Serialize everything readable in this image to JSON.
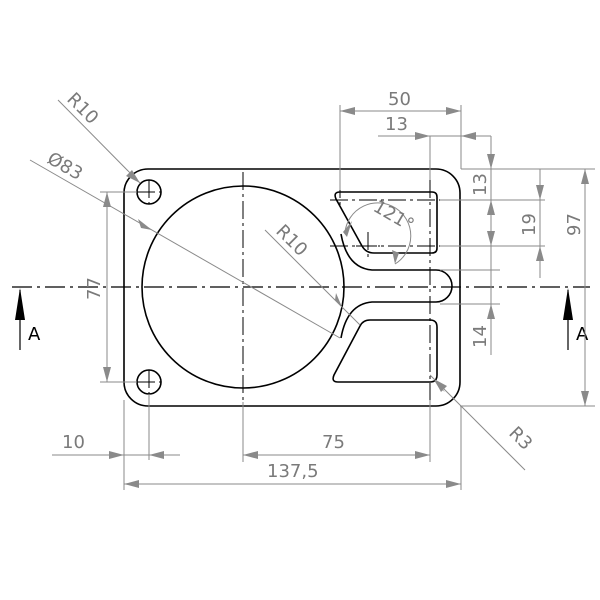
{
  "drawing": {
    "type": "mechanical part drawing - flange plate",
    "section_label": "A",
    "dimensions": {
      "corner_radius": "R10",
      "bore_diameter": "Ø83",
      "hole_spacing_vertical": "77",
      "slot_width_top": "50",
      "slot_offset_top": "13",
      "slot_top_offset": "13",
      "slot_height": "19",
      "overall_height": "97",
      "lower_slot_offset": "14",
      "slot_angle": "121°",
      "slot_fillet_radius": "R10",
      "hole_edge_offset": "10",
      "bore_to_slot": "75",
      "overall_width": "137,5",
      "inner_radius": "R3"
    }
  },
  "colors": {
    "outline": "#000000",
    "dimension": "#8a8a8a",
    "text": "#7a7a7a"
  }
}
